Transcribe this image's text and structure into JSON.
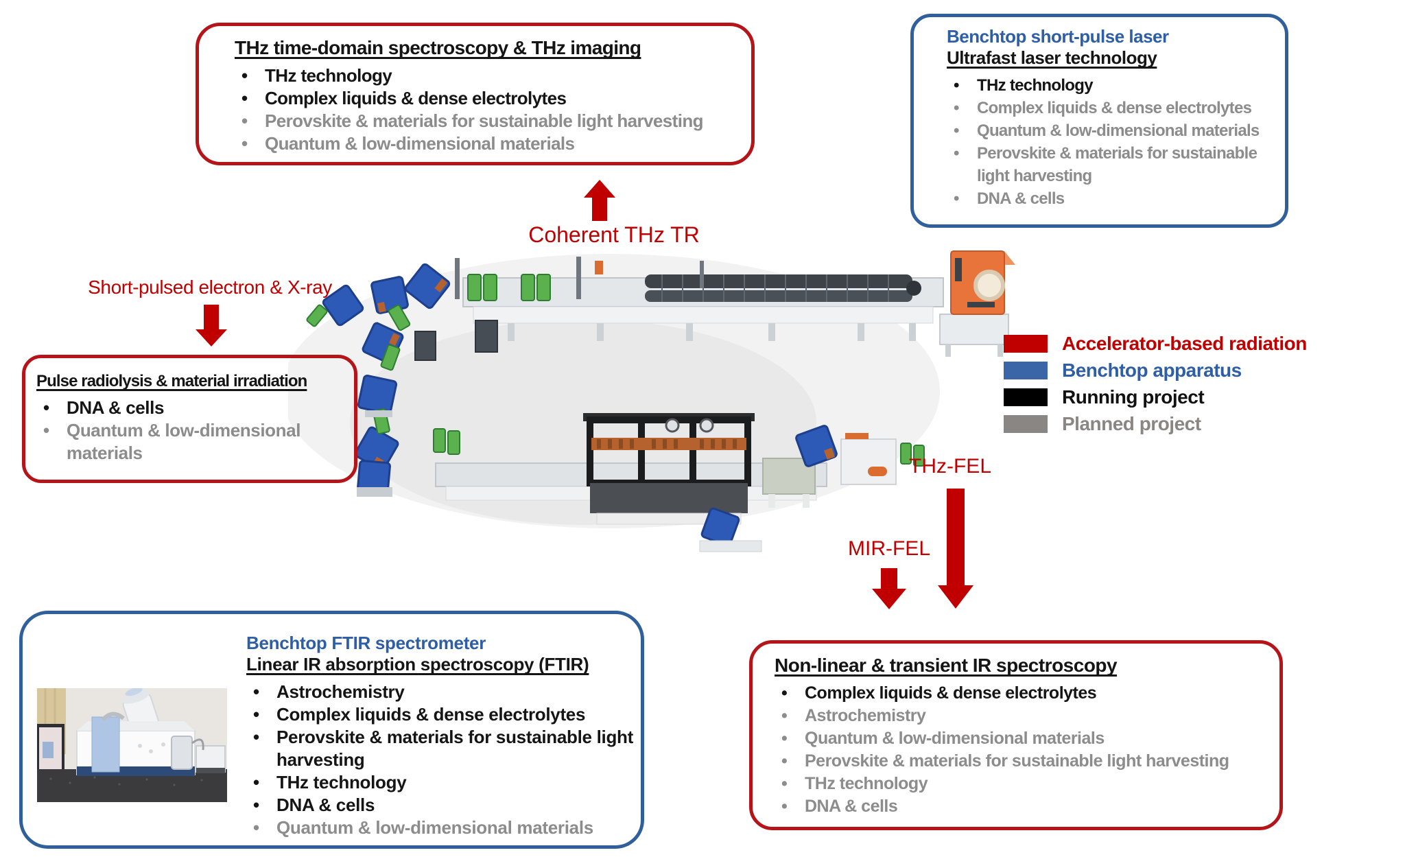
{
  "boxes": {
    "thz_tds": {
      "title": "THz time-domain spectroscopy & THz imaging",
      "items": [
        {
          "label": "THz technology",
          "status": "running"
        },
        {
          "label": "Complex liquids & dense electrolytes",
          "status": "running"
        },
        {
          "label": "Perovskite & materials for sustainable light harvesting",
          "status": "planned"
        },
        {
          "label": "Quantum & low-dimensional materials",
          "status": "planned"
        }
      ]
    },
    "benchtop_laser": {
      "title": "Benchtop short-pulse laser",
      "subtitle": "Ultrafast laser technology",
      "items": [
        {
          "label": "THz technology",
          "status": "running"
        },
        {
          "label": "Complex liquids & dense electrolytes",
          "status": "planned"
        },
        {
          "label": "Quantum & low-dimensional materials",
          "status": "planned"
        },
        {
          "label": "Perovskite & materials for sustainable light harvesting",
          "status": "planned"
        },
        {
          "label": "DNA & cells",
          "status": "planned"
        }
      ]
    },
    "pulse_radiolysis": {
      "title": "Pulse radiolysis & material irradiation",
      "items": [
        {
          "label": "DNA & cells",
          "status": "running"
        },
        {
          "label": "Quantum & low-dimensional materials",
          "status": "planned"
        }
      ]
    },
    "benchtop_ftir": {
      "title": "Benchtop FTIR spectrometer",
      "subtitle": "Linear IR absorption spectroscopy (FTIR)",
      "items": [
        {
          "label": "Astrochemistry",
          "status": "running"
        },
        {
          "label": "Complex liquids & dense electrolytes",
          "status": "running"
        },
        {
          "label": "Perovskite & materials for sustainable light harvesting",
          "status": "running"
        },
        {
          "label": "THz technology",
          "status": "running"
        },
        {
          "label": "DNA & cells",
          "status": "running"
        },
        {
          "label": "Quantum & low-dimensional materials",
          "status": "planned"
        }
      ]
    },
    "nonlinear_ir": {
      "title": "Non-linear & transient IR spectroscopy",
      "items": [
        {
          "label": "Complex liquids & dense electrolytes",
          "status": "running"
        },
        {
          "label": "Astrochemistry",
          "status": "planned"
        },
        {
          "label": "Quantum & low-dimensional materials",
          "status": "planned"
        },
        {
          "label": "Perovskite & materials for sustainable light harvesting",
          "status": "planned"
        },
        {
          "label": "THz technology",
          "status": "planned"
        },
        {
          "label": "DNA & cells",
          "status": "planned"
        }
      ]
    }
  },
  "beam_labels": {
    "coherent_thz": "Coherent THz TR",
    "short_pulsed": "Short-pulsed electron & X-ray",
    "thz_fel": "THz-FEL",
    "mir_fel": "MIR-FEL"
  },
  "legend": {
    "items": [
      {
        "label": "Accelerator-based radiation",
        "swatch": "#c00000",
        "text_color": "#c00000"
      },
      {
        "label": "Benchtop apparatus",
        "swatch": "#3a66a8",
        "text_color": "#2e5ea6"
      },
      {
        "label": "Running project",
        "swatch": "#000000",
        "text_color": "#111111"
      },
      {
        "label": "Planned project",
        "swatch": "#8a8683",
        "text_color": "#8a8683"
      }
    ]
  },
  "colors": {
    "accent_red": "#c00000",
    "box_red_border": "#b51419",
    "box_blue_border": "#30609c",
    "planned_gray": "#8c8c8c"
  }
}
